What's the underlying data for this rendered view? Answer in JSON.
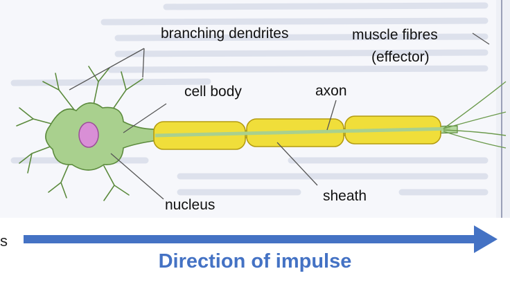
{
  "labels": {
    "dendrites": "branching dendrites",
    "muscle_line1": "muscle fibres",
    "muscle_line2": "(effector)",
    "cell_body": "cell body",
    "axon": "axon",
    "nucleus": "nucleus",
    "sheath": "sheath"
  },
  "caption": "Direction of impulse",
  "stray_char": "s",
  "colors": {
    "cell": "#a9d08e",
    "nucleus": "#d98fd6",
    "sheath": "#f0de3a",
    "arrow": "#4472c4",
    "paper": "#f6f7fb"
  }
}
